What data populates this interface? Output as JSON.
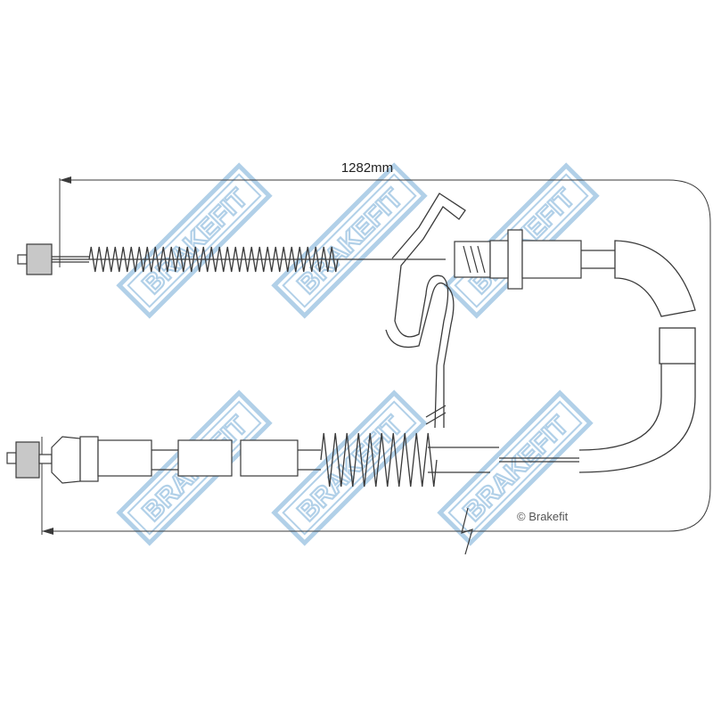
{
  "dimension": {
    "length_label": "1282mm"
  },
  "copyright": {
    "text": "© Brakefit"
  },
  "watermark": {
    "brand": "BRAKEFIT",
    "color": "#a9cbe6"
  },
  "colors": {
    "line": "#3a3a3a",
    "fill_grey": "#c8c8c8",
    "hatch": "#6a6a6a"
  }
}
